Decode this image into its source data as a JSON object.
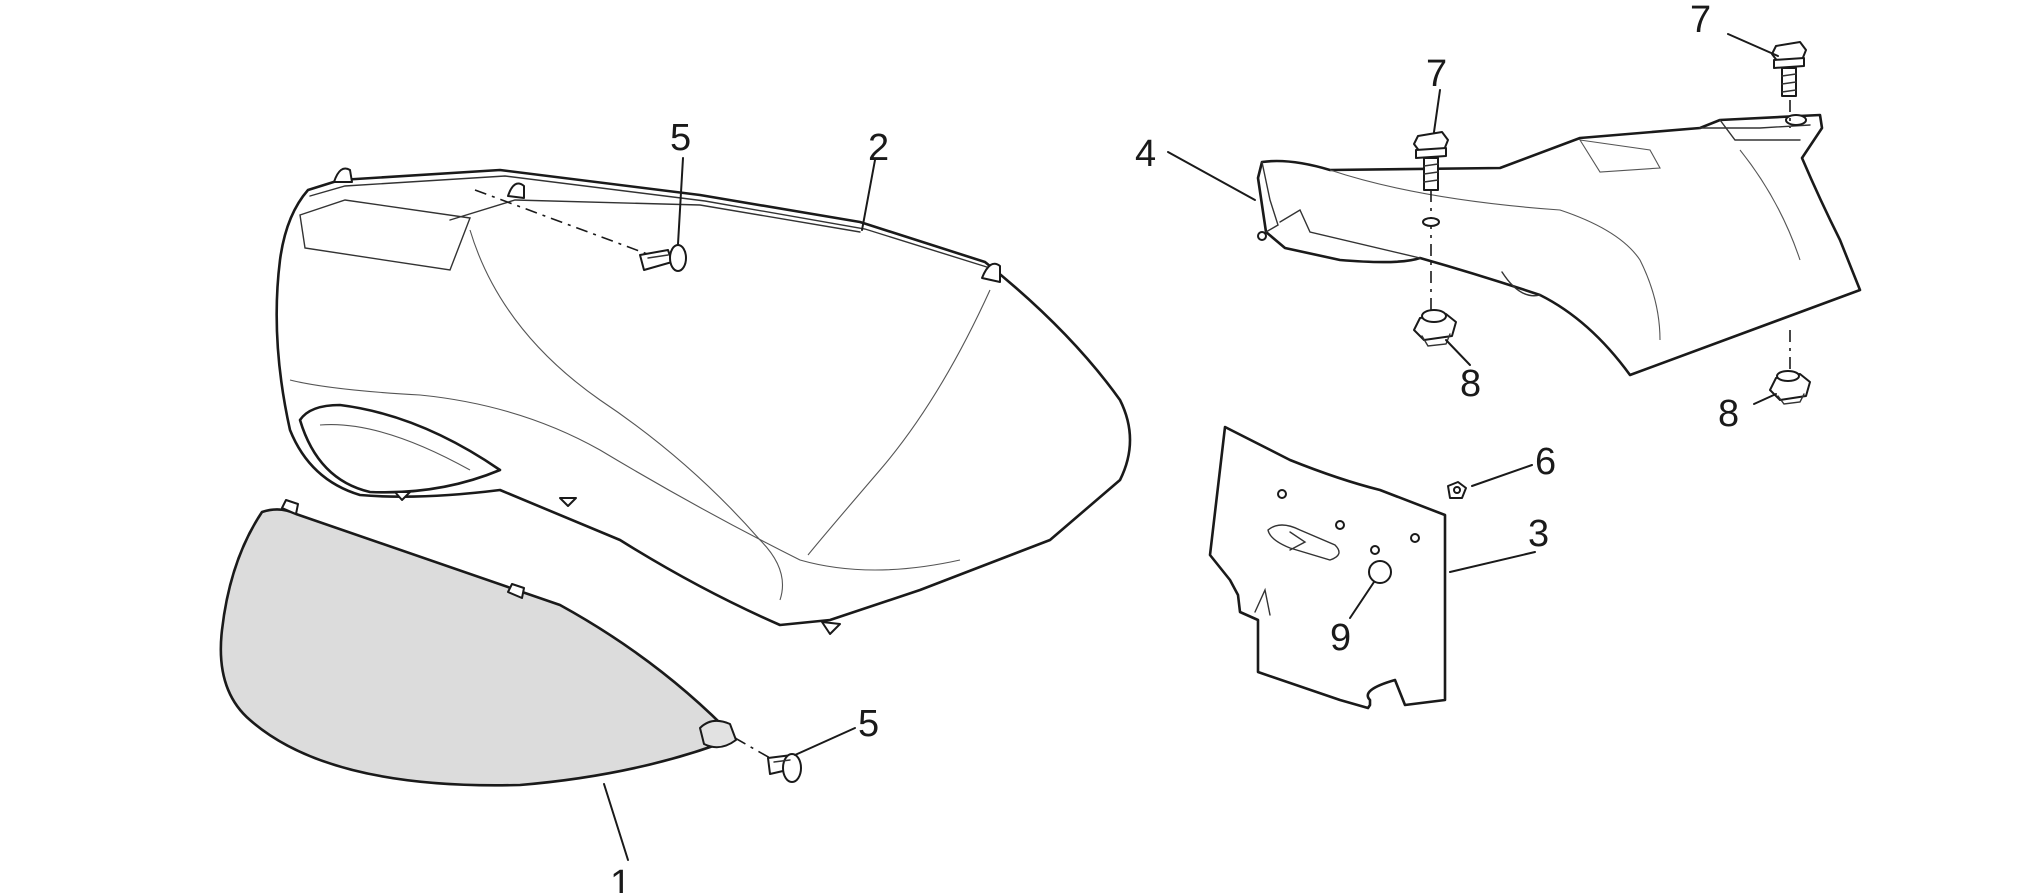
{
  "callouts": {
    "part_1": "1",
    "part_2": "2",
    "part_3": "3",
    "part_4": "4",
    "part_5_upper": "5",
    "part_5_lower": "5",
    "part_6": "6",
    "part_7_left": "7",
    "part_7_right": "7",
    "part_8_left": "8",
    "part_8_right": "8",
    "part_9": "9"
  },
  "colors": {
    "line": "#1a1a1a",
    "panel_fill": "#dcdcdc",
    "background": "#ffffff"
  }
}
